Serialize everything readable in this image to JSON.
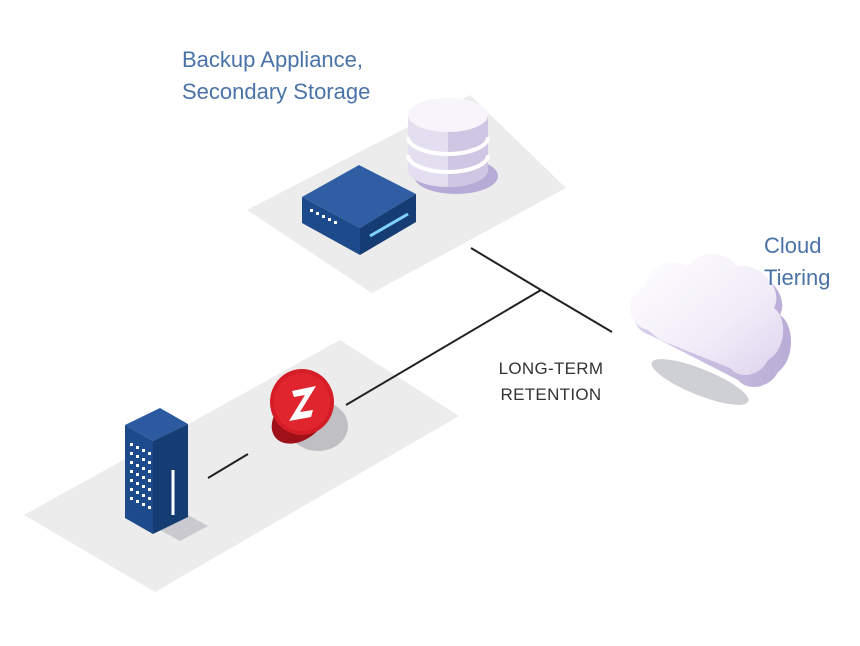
{
  "labels": {
    "backup_line1": "Backup Appliance,",
    "backup_line2": "Secondary Storage",
    "cloud_line1": "Cloud",
    "cloud_line2": "Tiering",
    "retention_line1": "LONG-TERM",
    "retention_line2": "RETENTION"
  },
  "icons": {
    "appliance": "backup-appliance-icon",
    "storage": "database-storage-icon",
    "cloud": "cloud-icon",
    "server": "server-building-icon",
    "zerto": "zerto-z-logo"
  },
  "colors": {
    "label_blue": "#4a73a8",
    "platform": "#ececec",
    "navy": "#1e4a8c",
    "zerto_red": "#d51d27",
    "cloud": "#efeaf6",
    "cloud_shade": "#c3b7dd",
    "line": "#222222"
  }
}
